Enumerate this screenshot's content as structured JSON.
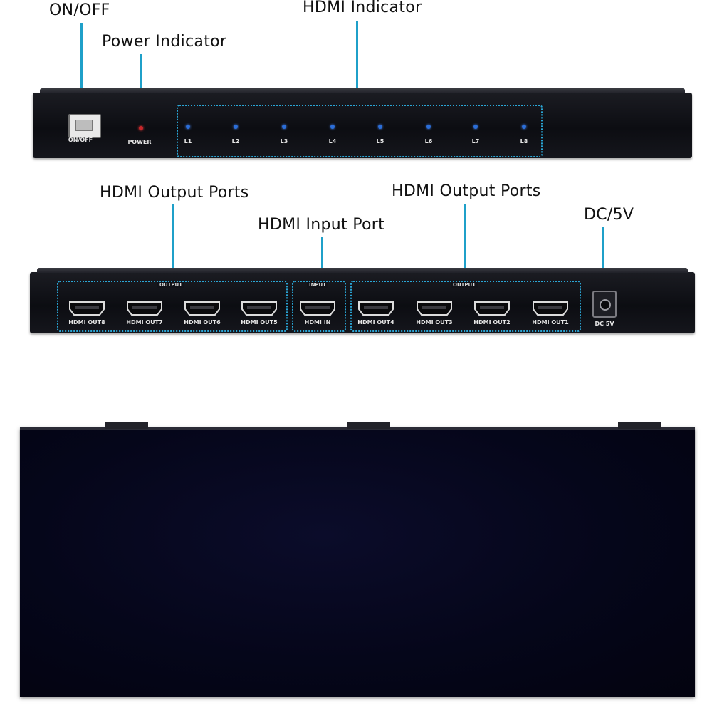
{
  "callouts": {
    "on_off": "ON/OFF",
    "power_indicator": "Power Indicator",
    "hdmi_indicator": "HDMI Indicator",
    "hdmi_output_ports_left": "HDMI Output Ports",
    "hdmi_input_port": "HDMI Input Port",
    "hdmi_output_ports_right": "HDMI Output Ports",
    "dc_5v": "DC/5V"
  },
  "front_panel": {
    "switch_label": "ON/OFF",
    "power_label": "POWER",
    "leds": [
      "L1",
      "L2",
      "L3",
      "L4",
      "L5",
      "L6",
      "L7",
      "L8"
    ]
  },
  "back_panel": {
    "output_tag": "OUTPUT",
    "input_tag": "INPUT",
    "ports_left": [
      "HDMI OUT8",
      "HDMI OUT7",
      "HDMI OUT6",
      "HDMI OUT5"
    ],
    "port_input": "HDMI IN",
    "ports_right": [
      "HDMI OUT4",
      "HDMI OUT3",
      "HDMI OUT2",
      "HDMI OUT1"
    ],
    "dc_label": "DC 5V"
  },
  "colors": {
    "leader": "#1fa0c9",
    "led_blue": "#2b6ed9",
    "led_red": "#c7262a"
  }
}
